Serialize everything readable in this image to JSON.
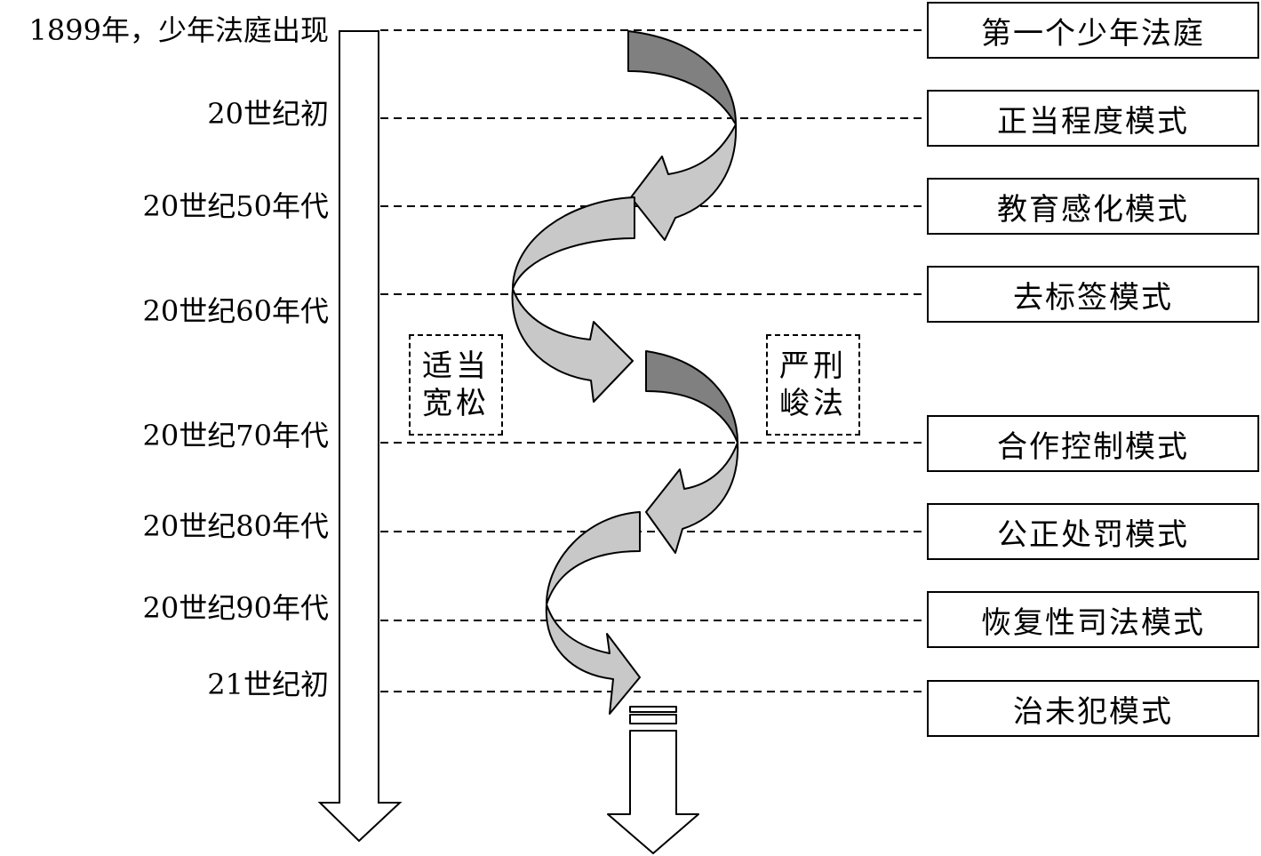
{
  "timeline": {
    "eras": [
      "1899年，少年法庭出现",
      "20世纪初",
      "20世纪50年代",
      "20世纪60年代",
      "20世纪70年代",
      "20世纪80年代",
      "20世纪90年代",
      "21世纪初"
    ]
  },
  "models": [
    "第一个少年法庭",
    "正当程度模式",
    "教育感化模式",
    "去标签模式",
    "合作控制模式",
    "公正处罚模式",
    "恢复性司法模式",
    "治未犯模式"
  ],
  "annotations": {
    "lenient": [
      "适当",
      "宽松"
    ],
    "strict": [
      "严刑",
      "峻法"
    ]
  },
  "colors": {
    "dark_fill": "#808080",
    "light_fill": "#c8c8c8"
  }
}
